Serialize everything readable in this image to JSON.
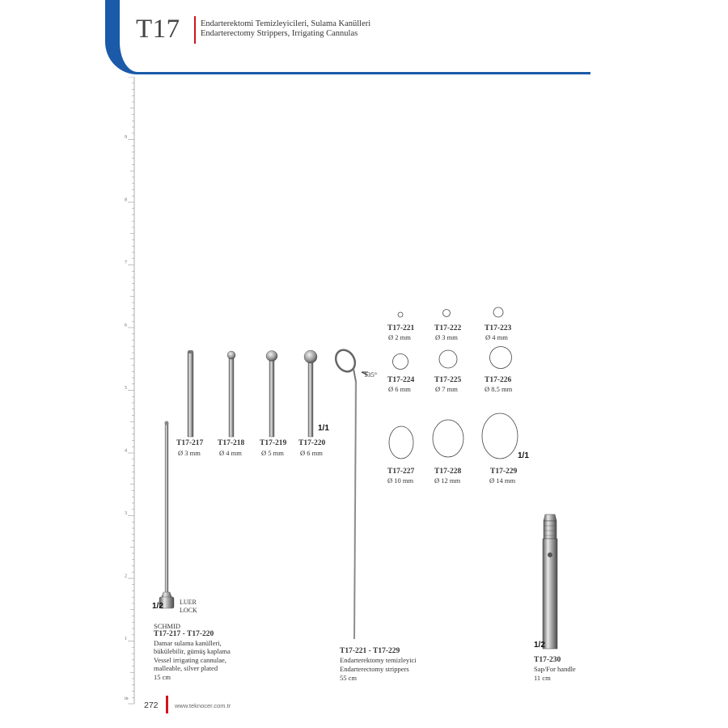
{
  "header": {
    "code": "T17",
    "title_tr": "Endarterektomi Temizleyicileri, Sulama Kanülleri",
    "title_en": "Endarterectomy Strippers, Irrigating Cannulas",
    "accent_color": "#1a5aa8",
    "divider_color": "#d0141e"
  },
  "ruler": {
    "labels": [
      "9",
      "8",
      "7",
      "6",
      "5",
      "4",
      "3",
      "2",
      "1",
      "in"
    ]
  },
  "cannulas": {
    "items": [
      {
        "code": "T17-217",
        "size": "Ø 3 mm"
      },
      {
        "code": "T17-218",
        "size": "Ø 4 mm"
      },
      {
        "code": "T17-219",
        "size": "Ø 5 mm"
      },
      {
        "code": "T17-220",
        "size": "Ø 6 mm"
      }
    ],
    "scale_top": "1/1",
    "scale_bottom": "1/2",
    "luer_lock": [
      "LUER",
      "LOCK"
    ],
    "brand": "SCHMID",
    "range": "T17-217 - T17-220",
    "desc_tr_1": "Damar sulama kanülleri,",
    "desc_tr_2": "bükülebilir, gümüş kaplama",
    "desc_en_1": "Vessel irrigating cannulae,",
    "desc_en_2": "malleable, silver plated",
    "length": "15 cm"
  },
  "strippers": {
    "angle": "135°",
    "items": [
      {
        "code": "T17-221",
        "size": "Ø 2 mm"
      },
      {
        "code": "T17-222",
        "size": "Ø 3 mm"
      },
      {
        "code": "T17-223",
        "size": "Ø 4 mm"
      },
      {
        "code": "T17-224",
        "size": "Ø 6 mm"
      },
      {
        "code": "T17-225",
        "size": "Ø 7 mm"
      },
      {
        "code": "T17-226",
        "size": "Ø 8.5 mm"
      },
      {
        "code": "T17-227",
        "size": "Ø 10 mm"
      },
      {
        "code": "T17-228",
        "size": "Ø 12 mm"
      },
      {
        "code": "T17-229",
        "size": "Ø 14 mm"
      }
    ],
    "scale": "1/1",
    "range": "T17-221 - T17-229",
    "desc_tr": "Endarterektomy temizleyici",
    "desc_en": "Endarterectomy strippers",
    "length": "55 cm"
  },
  "handle": {
    "scale": "1/2",
    "code": "T17-230",
    "desc": "Sap/For handle",
    "length": "11 cm"
  },
  "footer": {
    "page": "272",
    "website": "www.teknocer.com.tr"
  }
}
